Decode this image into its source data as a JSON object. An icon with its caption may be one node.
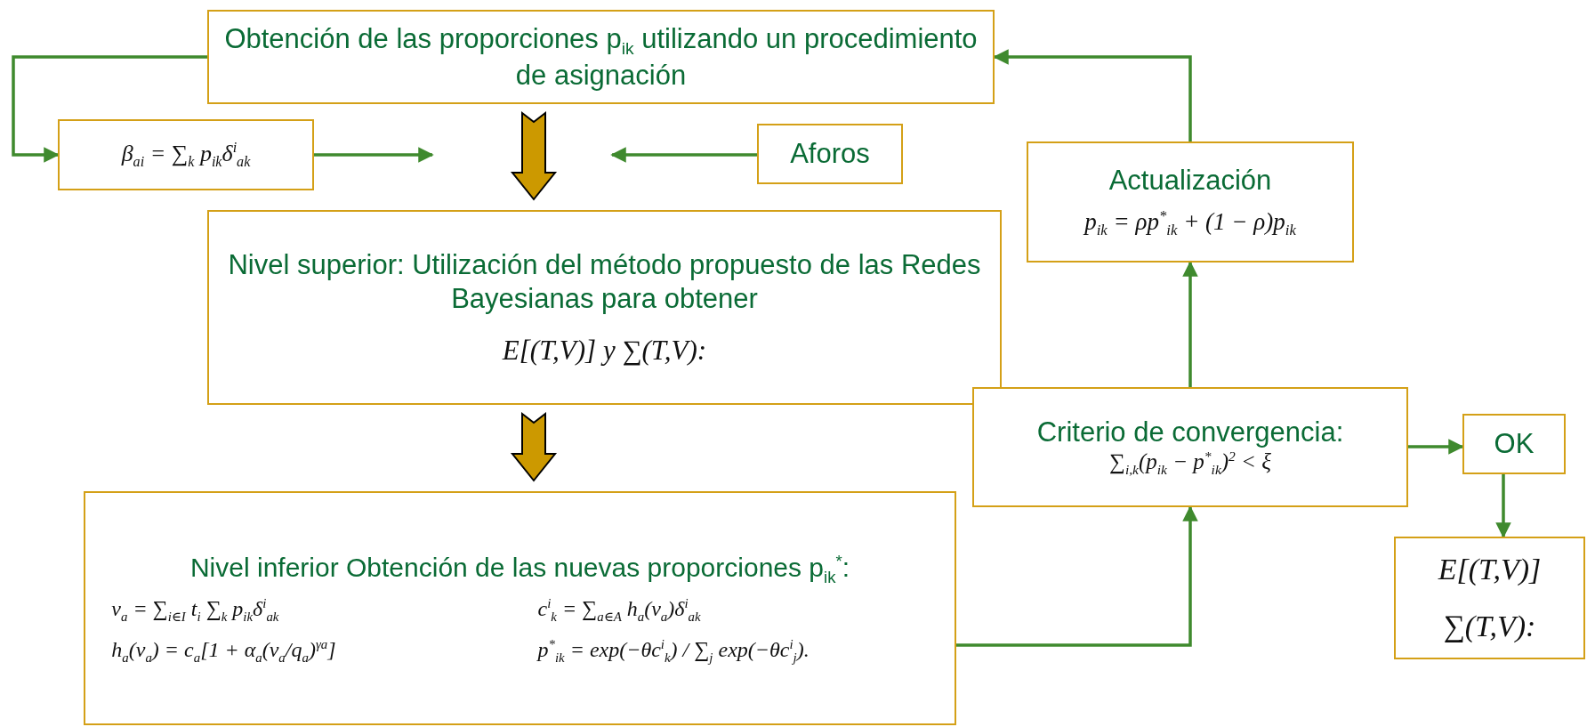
{
  "diagram": {
    "nodes": [
      {
        "text": [
          "Obtención de las proporciones p$_{ik}$ utilizando un procedimiento de asignación"
        ]
      },
      {
        "text": [
          "β$_{ai}$ = ∑$_{k}$ p$_{ik}$δ$^{i}$$_{ak}$"
        ]
      },
      {
        "text": [
          "Aforos"
        ]
      },
      {
        "text": [
          "Nivel superior: Utilización del método propuesto de las Redes Bayesianas para obtener",
          "E[(T,V)] y ∑(T,V):"
        ]
      },
      {
        "text": [
          "Nivel inferior Obtención de las nuevas proporciones p$_{ik}$$^{*}$:",
          "v$_{a}$ = ∑$_{i∈I}$ t$_{i}$ ∑$_{k}$ p$_{ik}$δ$^{i}$$_{ak}$",
          "c$^{i}$$_{k}$ = ∑$_{a∈A}$ h$_{a}$(v$_{a}$)δ$^{i}$$_{ak}$",
          "h$_{a}$(v$_{a}$) = c$_{a}$[1 + α$_{a}$(v$_{a}$/q$_{a}$)$^{γa}$]",
          "p$^{*}$$_{ik}$ = exp(−θc$^{i}$$_{k}$) / ∑$_{j}$ exp(−θc$^{i}$$_{j}$)."
        ]
      },
      {
        "text": [
          "Actualización",
          "p$_{ik}$ = ρp$^{*}$$_{ik}$ + (1 − ρ)p$_{ik}$"
        ]
      },
      {
        "text": [
          "Criterio de convergencia:",
          "∑$_{i,k}$(p$_{ik}$ − p$^{*}$$_{ik}$)$^{2}$ < ξ"
        ]
      },
      {
        "text": [
          "OK"
        ]
      },
      {
        "text": [
          "E[(T,V)]",
          "∑(T,V):"
        ]
      }
    ],
    "edges": [
      {
        "from": 0,
        "to": 1,
        "arrow": "to"
      },
      {
        "from": 1,
        "to": null,
        "arrow": "to"
      },
      {
        "from": 2,
        "to": null,
        "arrow": "to"
      },
      {
        "from": 0,
        "to": 3,
        "arrow": "to",
        "style": "thick",
        "color": "#cc9900"
      },
      {
        "from": 3,
        "to": 4,
        "arrow": "to",
        "style": "thick",
        "color": "#cc9900"
      },
      {
        "from": 4,
        "to": 6,
        "arrow": "to"
      },
      {
        "from": 6,
        "to": 5,
        "arrow": "to"
      },
      {
        "from": 5,
        "to": 0,
        "arrow": "to"
      },
      {
        "from": 6,
        "to": 7,
        "arrow": "to"
      },
      {
        "from": 7,
        "to": 8,
        "arrow": "to"
      }
    ]
  }
}
